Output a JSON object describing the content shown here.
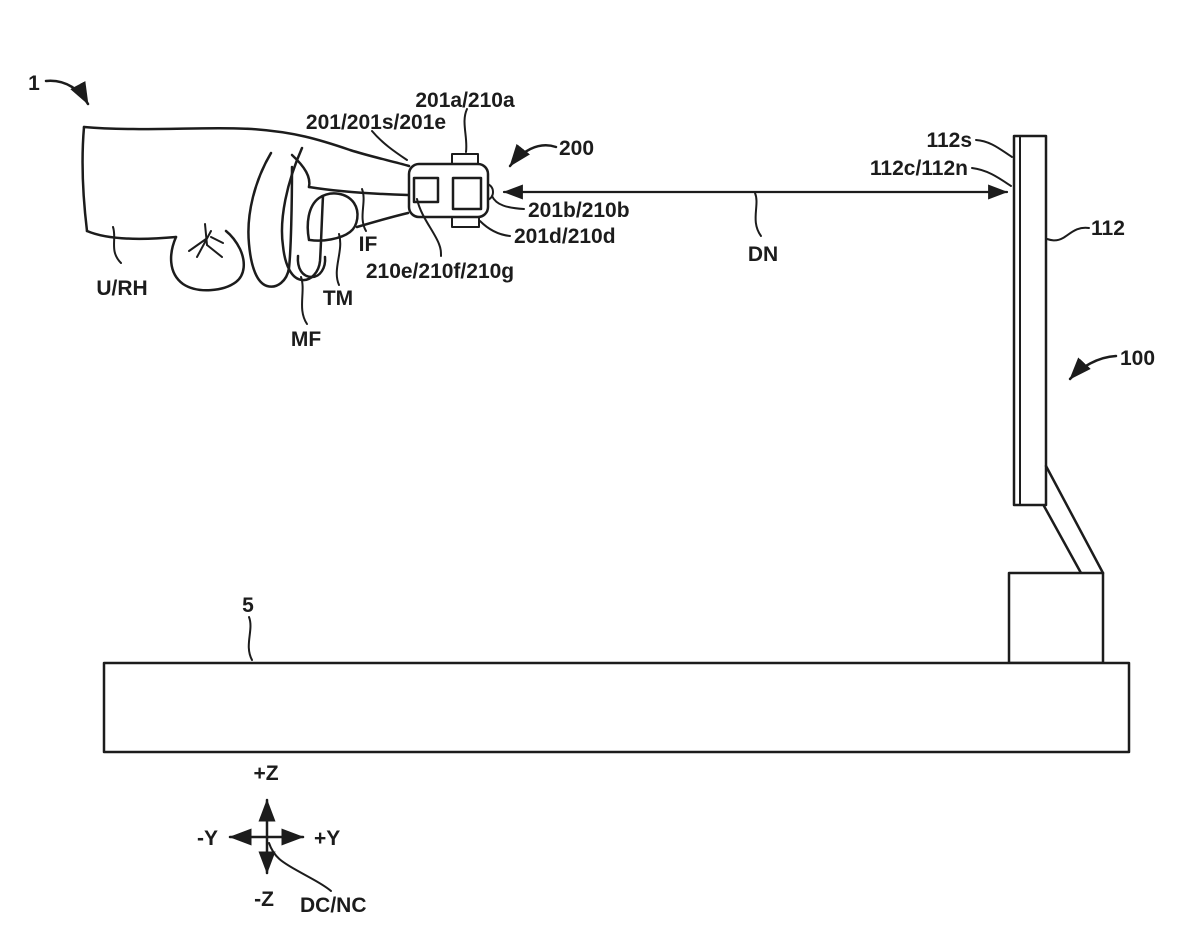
{
  "figure": {
    "background": "#ffffff",
    "line_color": "#1c1c1c"
  },
  "labels": {
    "system": "1",
    "user_hand": "U/RH",
    "middle_finger": "MF",
    "thumb": "TM",
    "index_finger": "IF",
    "device_housing": "201/201s/201e",
    "device_top_unit": "201a/210a",
    "device": "200",
    "device_front_unit": "201b/210b",
    "device_bottom_unit": "201d/210d",
    "device_inner_units": "210e/210f/210g",
    "distance": "DN",
    "screen_surface": "112s",
    "screen_point": "112c/112n",
    "display": "112",
    "display_apparatus": "100",
    "table": "5",
    "axis_pos_z": "+Z",
    "axis_neg_z": "-Z",
    "axis_pos_y": "+Y",
    "axis_neg_y": "-Y",
    "device_coords": "DC/NC"
  }
}
